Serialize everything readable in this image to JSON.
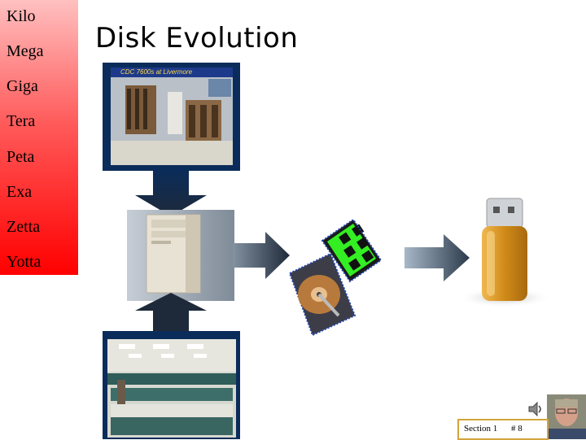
{
  "slide": {
    "title": "Disk Evolution",
    "units": [
      "Kilo",
      "Mega",
      "Giga",
      "Tera",
      "Peta",
      "Exa",
      "Zetta",
      "Yotta"
    ],
    "photo_caption": "CDC 7600s at Livermore",
    "footer": {
      "section": "Section 1",
      "slide_number": "# 8"
    }
  },
  "colors": {
    "sidebar_top": "#ffc0c0",
    "sidebar_bottom": "#ff0000",
    "frame": "#0a2c5a",
    "badge_border": "#d4a43a"
  },
  "icons": [
    "down-arrow-icon",
    "right-arrow-icon",
    "hard-drive-icon",
    "memory-chip-icon",
    "usb-drive-icon",
    "speaker-icon",
    "presenter-avatar"
  ]
}
